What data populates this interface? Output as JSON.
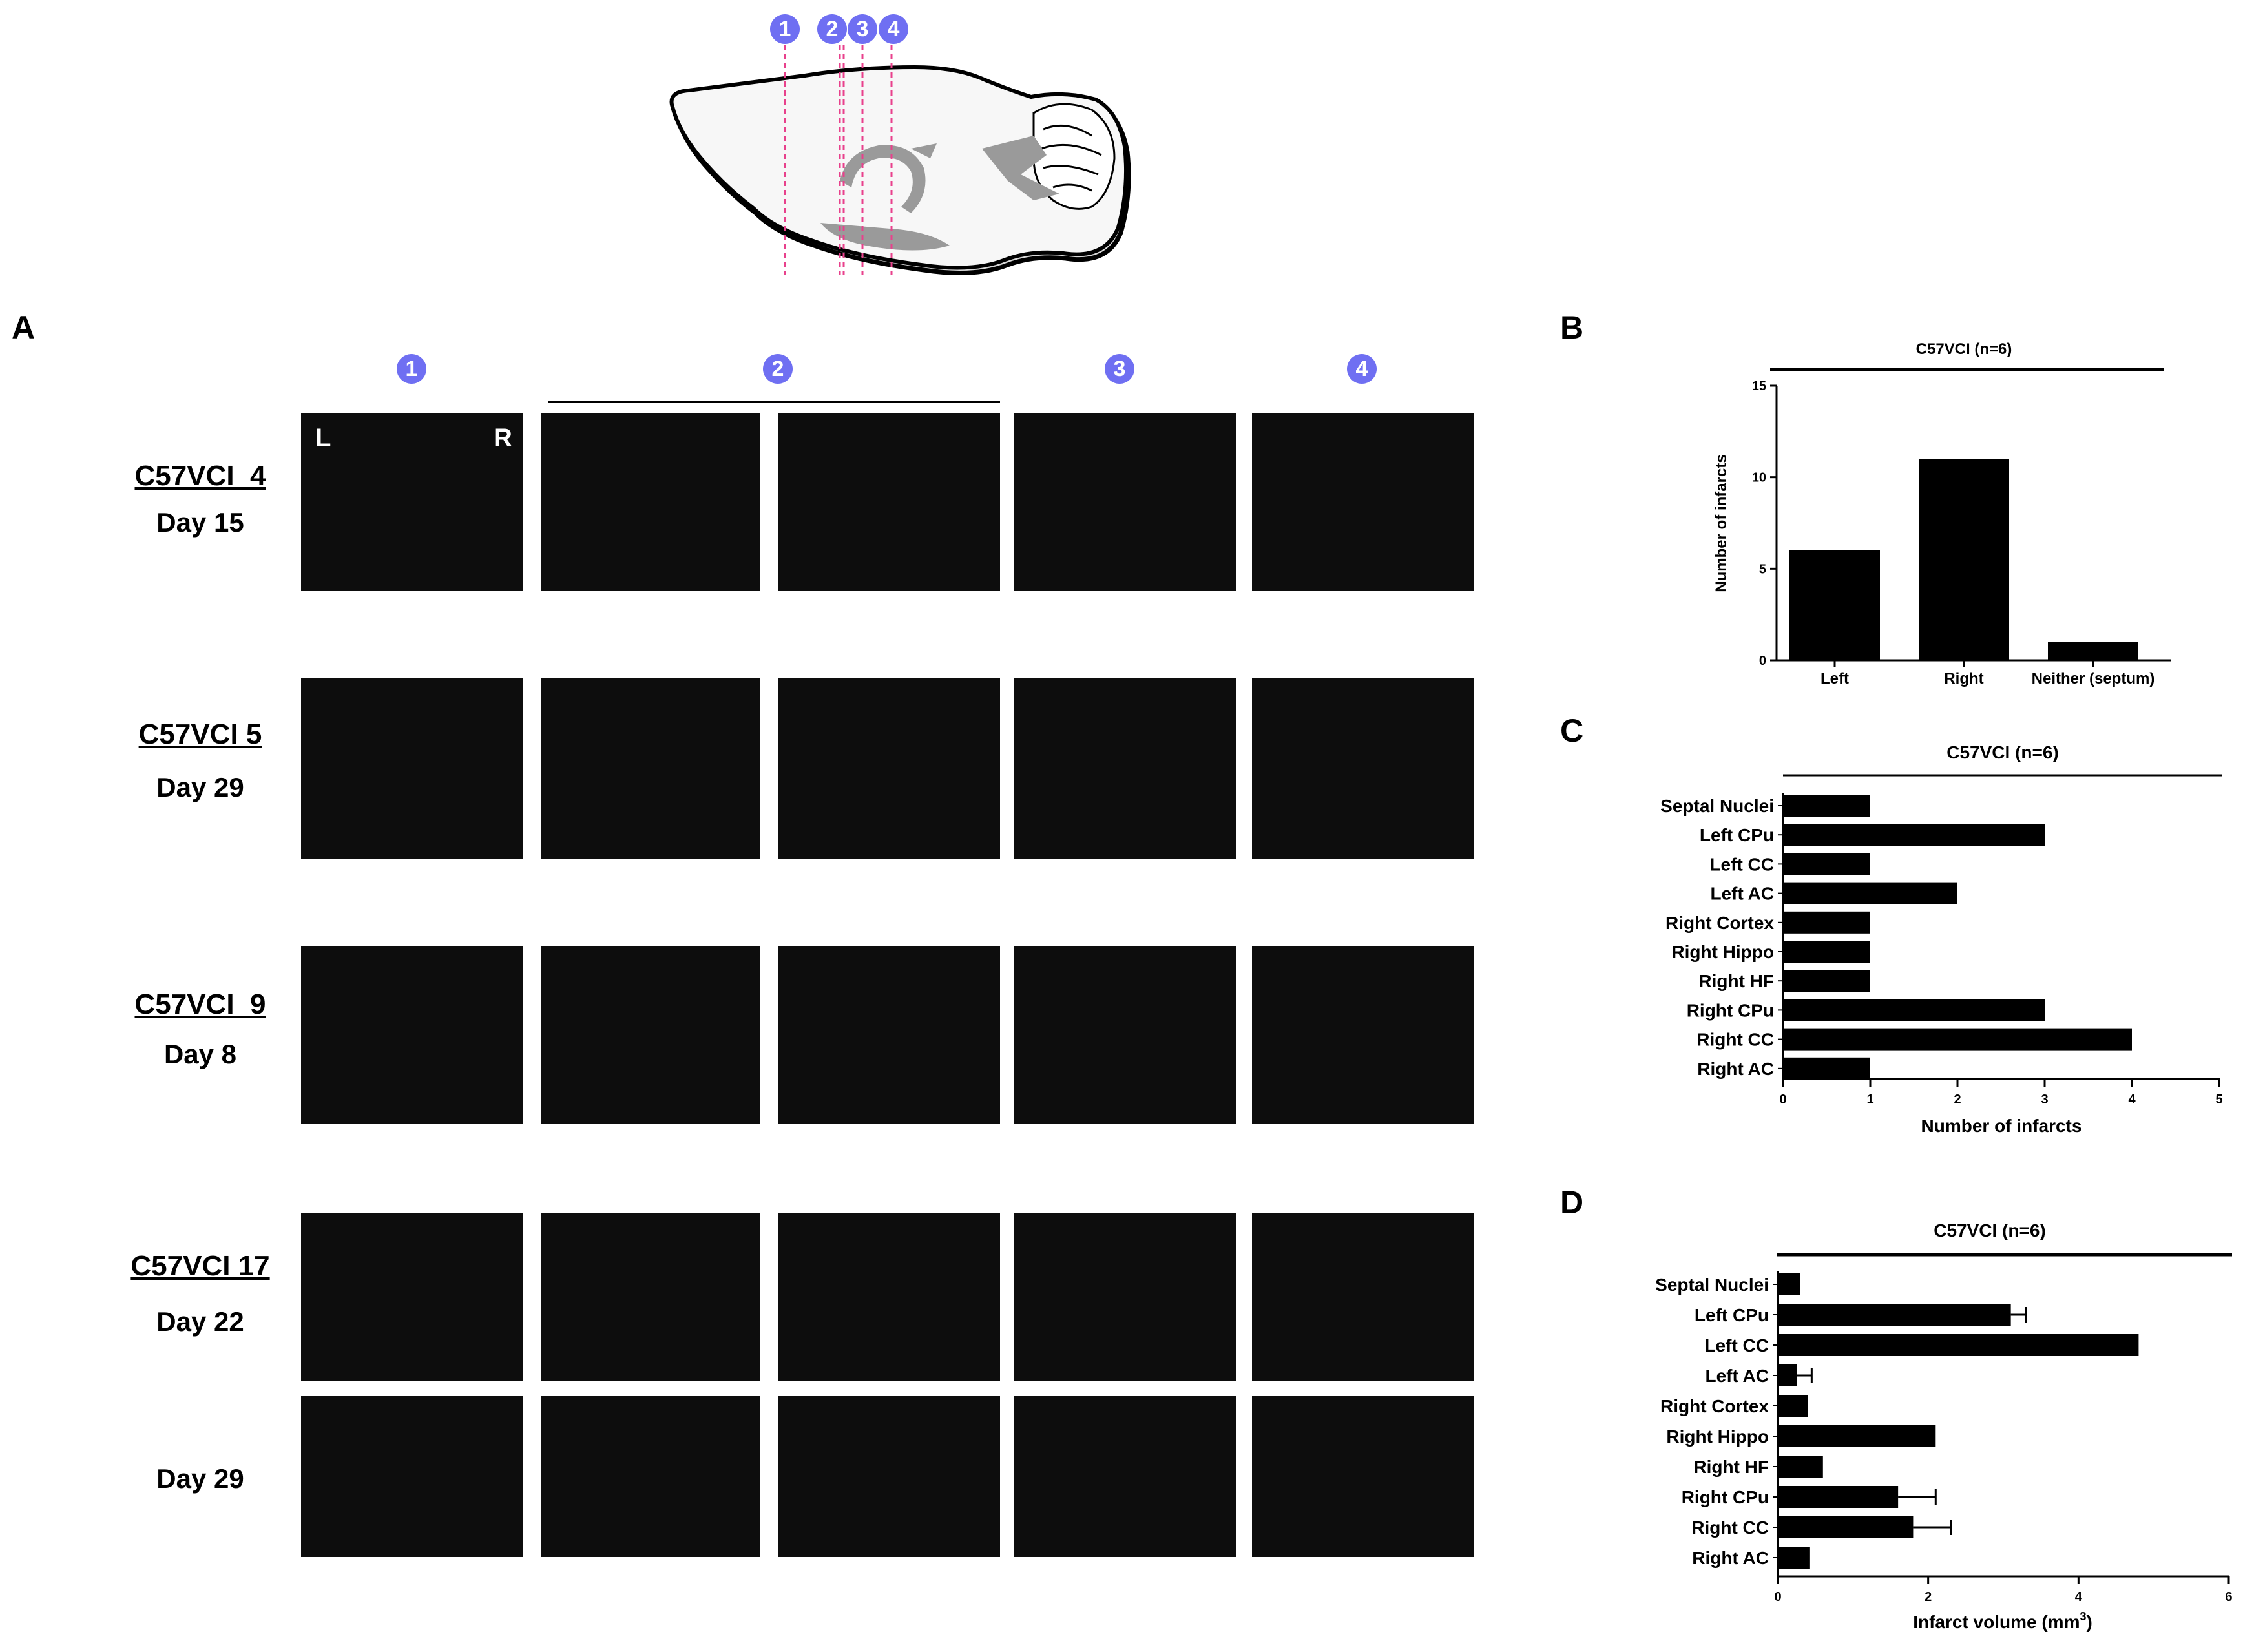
{
  "panel_labels": {
    "a": "A",
    "b": "B",
    "c": "C",
    "d": "D"
  },
  "section_markers": [
    "1",
    "2",
    "3",
    "4"
  ],
  "orientation": {
    "left": "L",
    "right": "R"
  },
  "rows": [
    {
      "mouse": "C57VCI_4",
      "day": "Day 15"
    },
    {
      "mouse": "C57VCI 5",
      "day": "Day 29"
    },
    {
      "mouse": "C57VCI_9",
      "day": "Day 8"
    },
    {
      "mouse": "C57VCI 17",
      "day": "Day 22"
    },
    {
      "mouse": "",
      "day": "Day 29"
    }
  ],
  "colors": {
    "marker": "#6f6ff2",
    "arrow": "#ffff00",
    "section_line": "#e8418c",
    "bar": "#000000"
  },
  "chart_data": [
    {
      "type": "bar",
      "title": "C57VCI (n=6)",
      "categories": [
        "Left",
        "Right",
        "Neither (septum)"
      ],
      "values": [
        6,
        11,
        1
      ],
      "xlabel": "",
      "ylabel": "Number of infarcts",
      "ylim": [
        0,
        15
      ],
      "yticks": [
        "0",
        "5",
        "10",
        "15"
      ]
    },
    {
      "type": "bar",
      "orientation": "horizontal",
      "title": "C57VCI (n=6)",
      "categories": [
        "Septal Nuclei",
        "Left CPu",
        "Left CC",
        "Left AC",
        "Right Cortex",
        "Right Hippo",
        "Right HF",
        "Right CPu",
        "Right CC",
        "Right AC"
      ],
      "values": [
        1,
        3,
        1,
        2,
        1,
        1,
        1,
        3,
        4,
        1
      ],
      "xlabel": "Number of infarcts",
      "xlim": [
        0,
        5
      ],
      "xticks": [
        "0",
        "1",
        "2",
        "3",
        "4",
        "5"
      ]
    },
    {
      "type": "bar",
      "orientation": "horizontal",
      "title": "C57VCI (n=6)",
      "categories": [
        "Septal Nuclei",
        "Left CPu",
        "Left CC",
        "Left AC",
        "Right Cortex",
        "Right Hippo",
        "Right HF",
        "Right CPu",
        "Right CC",
        "Right AC"
      ],
      "values": [
        0.3,
        3.1,
        4.8,
        0.25,
        0.4,
        2.1,
        0.6,
        1.6,
        1.8,
        0.42
      ],
      "errors": [
        0,
        0.2,
        0,
        0.2,
        0,
        0,
        0,
        0.5,
        0.5,
        0
      ],
      "xlabel": "Infarct volume (mm",
      "xlabel_sup": "3",
      "xlabel_end": ")",
      "xlim": [
        0,
        6
      ],
      "xticks": [
        "0",
        "2",
        "4",
        "6"
      ]
    }
  ]
}
